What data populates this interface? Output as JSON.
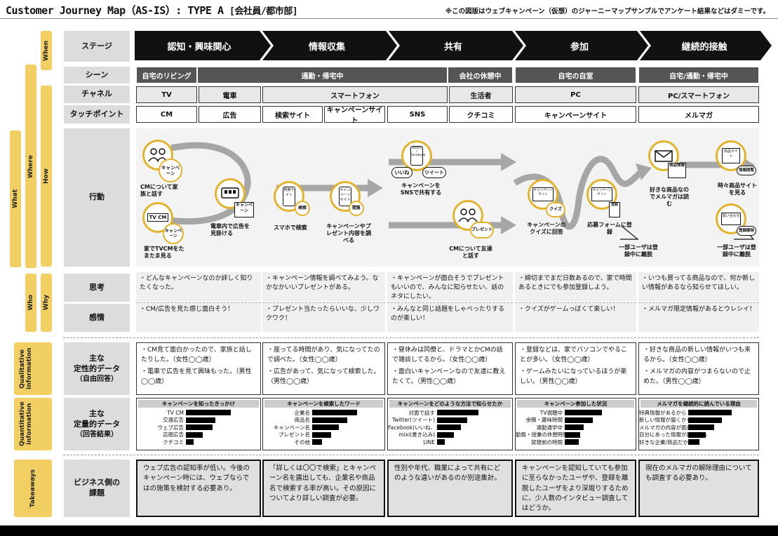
{
  "header": {
    "title": "Customer Journey Map（AS-IS）: TYPE A",
    "subtitle": "[会社員/都市部]",
    "note": "※この図版はウェブキャンペーン（仮想）のジャーニーマップサンプルでアンケート結果などはダミーです。"
  },
  "bands": {
    "when": "When",
    "what": "What",
    "where": "Where",
    "how": "How",
    "who": "Who",
    "why": "Why",
    "qualitative": "Qualitative information",
    "quantitative": "Quantitative information",
    "takeaways": "Takeaways"
  },
  "rows": {
    "stage": "ステージ",
    "scene": "シーン",
    "channel": "チャネル",
    "touchpoint": "タッチポイント",
    "action": "行動",
    "thought": "思考",
    "emotion": "感情",
    "qual_line1": "主な",
    "qual_line2": "定性的データ",
    "qual_line3": "（自由回答）",
    "quant_line1": "主な",
    "quant_line2": "定量的データ",
    "quant_line3": "（回答結果）",
    "take_line1": "ビジネス側の",
    "take_line2": "課題"
  },
  "stages": [
    "認知・興味関心",
    "情報収集",
    "共有",
    "参加",
    "継続的接触"
  ],
  "scenes": [
    "自宅のリビング",
    "通勤・帰宅中",
    "会社の休憩中",
    "自宅の自室",
    "自宅/通勤・帰宅中"
  ],
  "channels": [
    "TV",
    "電車",
    "スマートフォン",
    "生活者",
    "PC",
    "PC/スマートフォン"
  ],
  "touchpoints": [
    "CM",
    "広告",
    "検索サイト",
    "キャンペーンサイト",
    "SNS",
    "クチコミ",
    "キャンペーンサイト",
    "メルマガ"
  ],
  "actions": {
    "a1": "CMについて家族と話す",
    "a2": "電車内で広告を見掛ける",
    "a3": "家でTVCMをたまたま見る",
    "a4": "スマホで検索",
    "a5": "キャンペーンやプレゼント内容を調べる",
    "a6": "キャンペーンをSNSで共有する",
    "a7": "CMについて友達と話す",
    "a8": "キャンペーンのクイズに回答",
    "a9": "応募フォームに登録",
    "a10": "好きな商品なのでメルマガは読む",
    "a11": "時々商品サイトを見る",
    "a12": "一部ユーザは登録中に離脱",
    "a13": "一部ユーザは登録中に離脱",
    "ic_campaign": "キャンペーン",
    "ic_tvcm": "TV CM",
    "ic_search": "検索",
    "ic_browse": "閲覧",
    "ic_kensaku_site": "検索サイト",
    "ic_campaign_site": "キャンペーンサイト",
    "ic_twitter": "Twitter / facebook",
    "ic_iine": "いいね",
    "ic_tweet": "ツイート",
    "ic_present": "プレゼント",
    "ic_quiz": "クイズ",
    "ic_register": "登録",
    "ic_mail": "メルマガ",
    "ic_product_info": "商品情報",
    "ic_product_site": "商品サイト",
    "ic_info_browse": "情報閲覧",
    "ic_contact": "問い合わせ",
    "ic_unsub": "登録解除"
  },
  "thoughts": [
    "・どんなキャンペーンなのか詳しく知りたくなった。",
    "・キャンペーン情報を調べてみよう。なかなかいいプレゼントがある。",
    "・キャンペーンが面白そうでプレゼントもいいので、みんなに知らせたい、話のネタにしたい。",
    "・締切までまだ日数あるので、家で時間あるときにでも参加登録しよう。",
    "・いつも買ってる商品なので、何か新しい情報があるなら知らせてほしい。"
  ],
  "emotions": [
    "・CM/広告を見た感じ面白そう！",
    "・プレゼント当たったらいいな、少しワクワク！",
    "・みんなと同じ話題をしゃべったりするのが楽しい！",
    "・クイズがゲームっぽくて楽しい！",
    "・メルマガ限定情報があるとウレシイ！"
  ],
  "qualitative": [
    [
      "・CM見て面白かったので、家族と話したりした。（女性◯◯歳）",
      "・電車で広告を見て興味もった。（男性◯◯歳）"
    ],
    [
      "・座ってる時間があり、気になってたので調べた。（女性◯◯歳）",
      "・広告があって、気になって検索した。（男性◯◯歳）"
    ],
    [
      "・昼休みは同僚と、ドラマとかCMの話で雑談してるから。（女性◯◯歳）",
      "・面白いキャンペーンなので友達に教えたくて。（男性◯◯歳）"
    ],
    [
      "・登録などは、家でパソコンでやることが多い。（女性◯◯歳）",
      "・ゲームみたいになっているほうが楽しい。（男性◯◯歳）"
    ],
    [
      "・好きな商品の新しい情報がいつも来るから。（女性◯◯歳）",
      "・メルマガの内容がつまらないので止めた。（男性◯◯歳）"
    ]
  ],
  "quantitative": [
    {
      "title": "キャンペーンを知ったきっかけ",
      "labels": [
        "TV CM",
        "交通広告",
        "ウェブ広告",
        "店頭広告",
        "クチコミ"
      ],
      "values": [
        68,
        45,
        40,
        25,
        12
      ]
    },
    {
      "title": "キャンペーンを検索したワード",
      "labels": [
        "企業名",
        "商品名",
        "キャンペーン名",
        "プレゼント名",
        "その他"
      ],
      "values": [
        70,
        55,
        42,
        30,
        15
      ]
    },
    {
      "title": "キャンペーンをどのような方法で知らせたか",
      "labels": [
        "対面で話す",
        "Twitter(ツイート)",
        "Facebook(いいね、シェア)",
        "mixi(書き込み)",
        "LINE"
      ],
      "values": [
        62,
        45,
        36,
        25,
        12
      ]
    },
    {
      "title": "キャンペーン参加した状況",
      "labels": [
        "TV視聴中",
        "余暇・趣味時間",
        "通勤通学中",
        "勤務・授業の休憩時間",
        "就寝前の時間"
      ],
      "values": [
        60,
        45,
        30,
        25,
        22
      ]
    },
    {
      "title": "メルマガを継続的に読んでいる理由",
      "labels": [
        "特典情報があるから",
        "新しい情報が届くから",
        "メルマガの内容が面白いから",
        "自分にあった情報が届くから",
        "好きな企業/商品だから"
      ],
      "values": [
        70,
        55,
        42,
        28,
        18
      ]
    }
  ],
  "takeaways": [
    "ウェブ広告の認知率が低い。今後のキャンペーン時には、ウェブならではの施策を検討する必要あり。",
    "「詳しくは〇〇で検索」とキャンペーン名を露出しても、企業名や商品名で検索する率が高い。その原因についてより詳しい調査が必要。",
    "性別や年代、職業によって共有にどのような違いがあるのか別途集計。",
    "キャンペーンを認知していても参加に至らなかったユーザや、登録を離脱したユーザをより深堀りするために、少人数のインタビュー調査してはどうか。",
    "現在のメルマガの解除理由についても調査する必要あり。"
  ],
  "colors": {
    "accent": "#f1cf63",
    "circle": "#e2b32c",
    "stage": "#111111",
    "scene": "#555555",
    "arrow": "#a6a6a6"
  }
}
